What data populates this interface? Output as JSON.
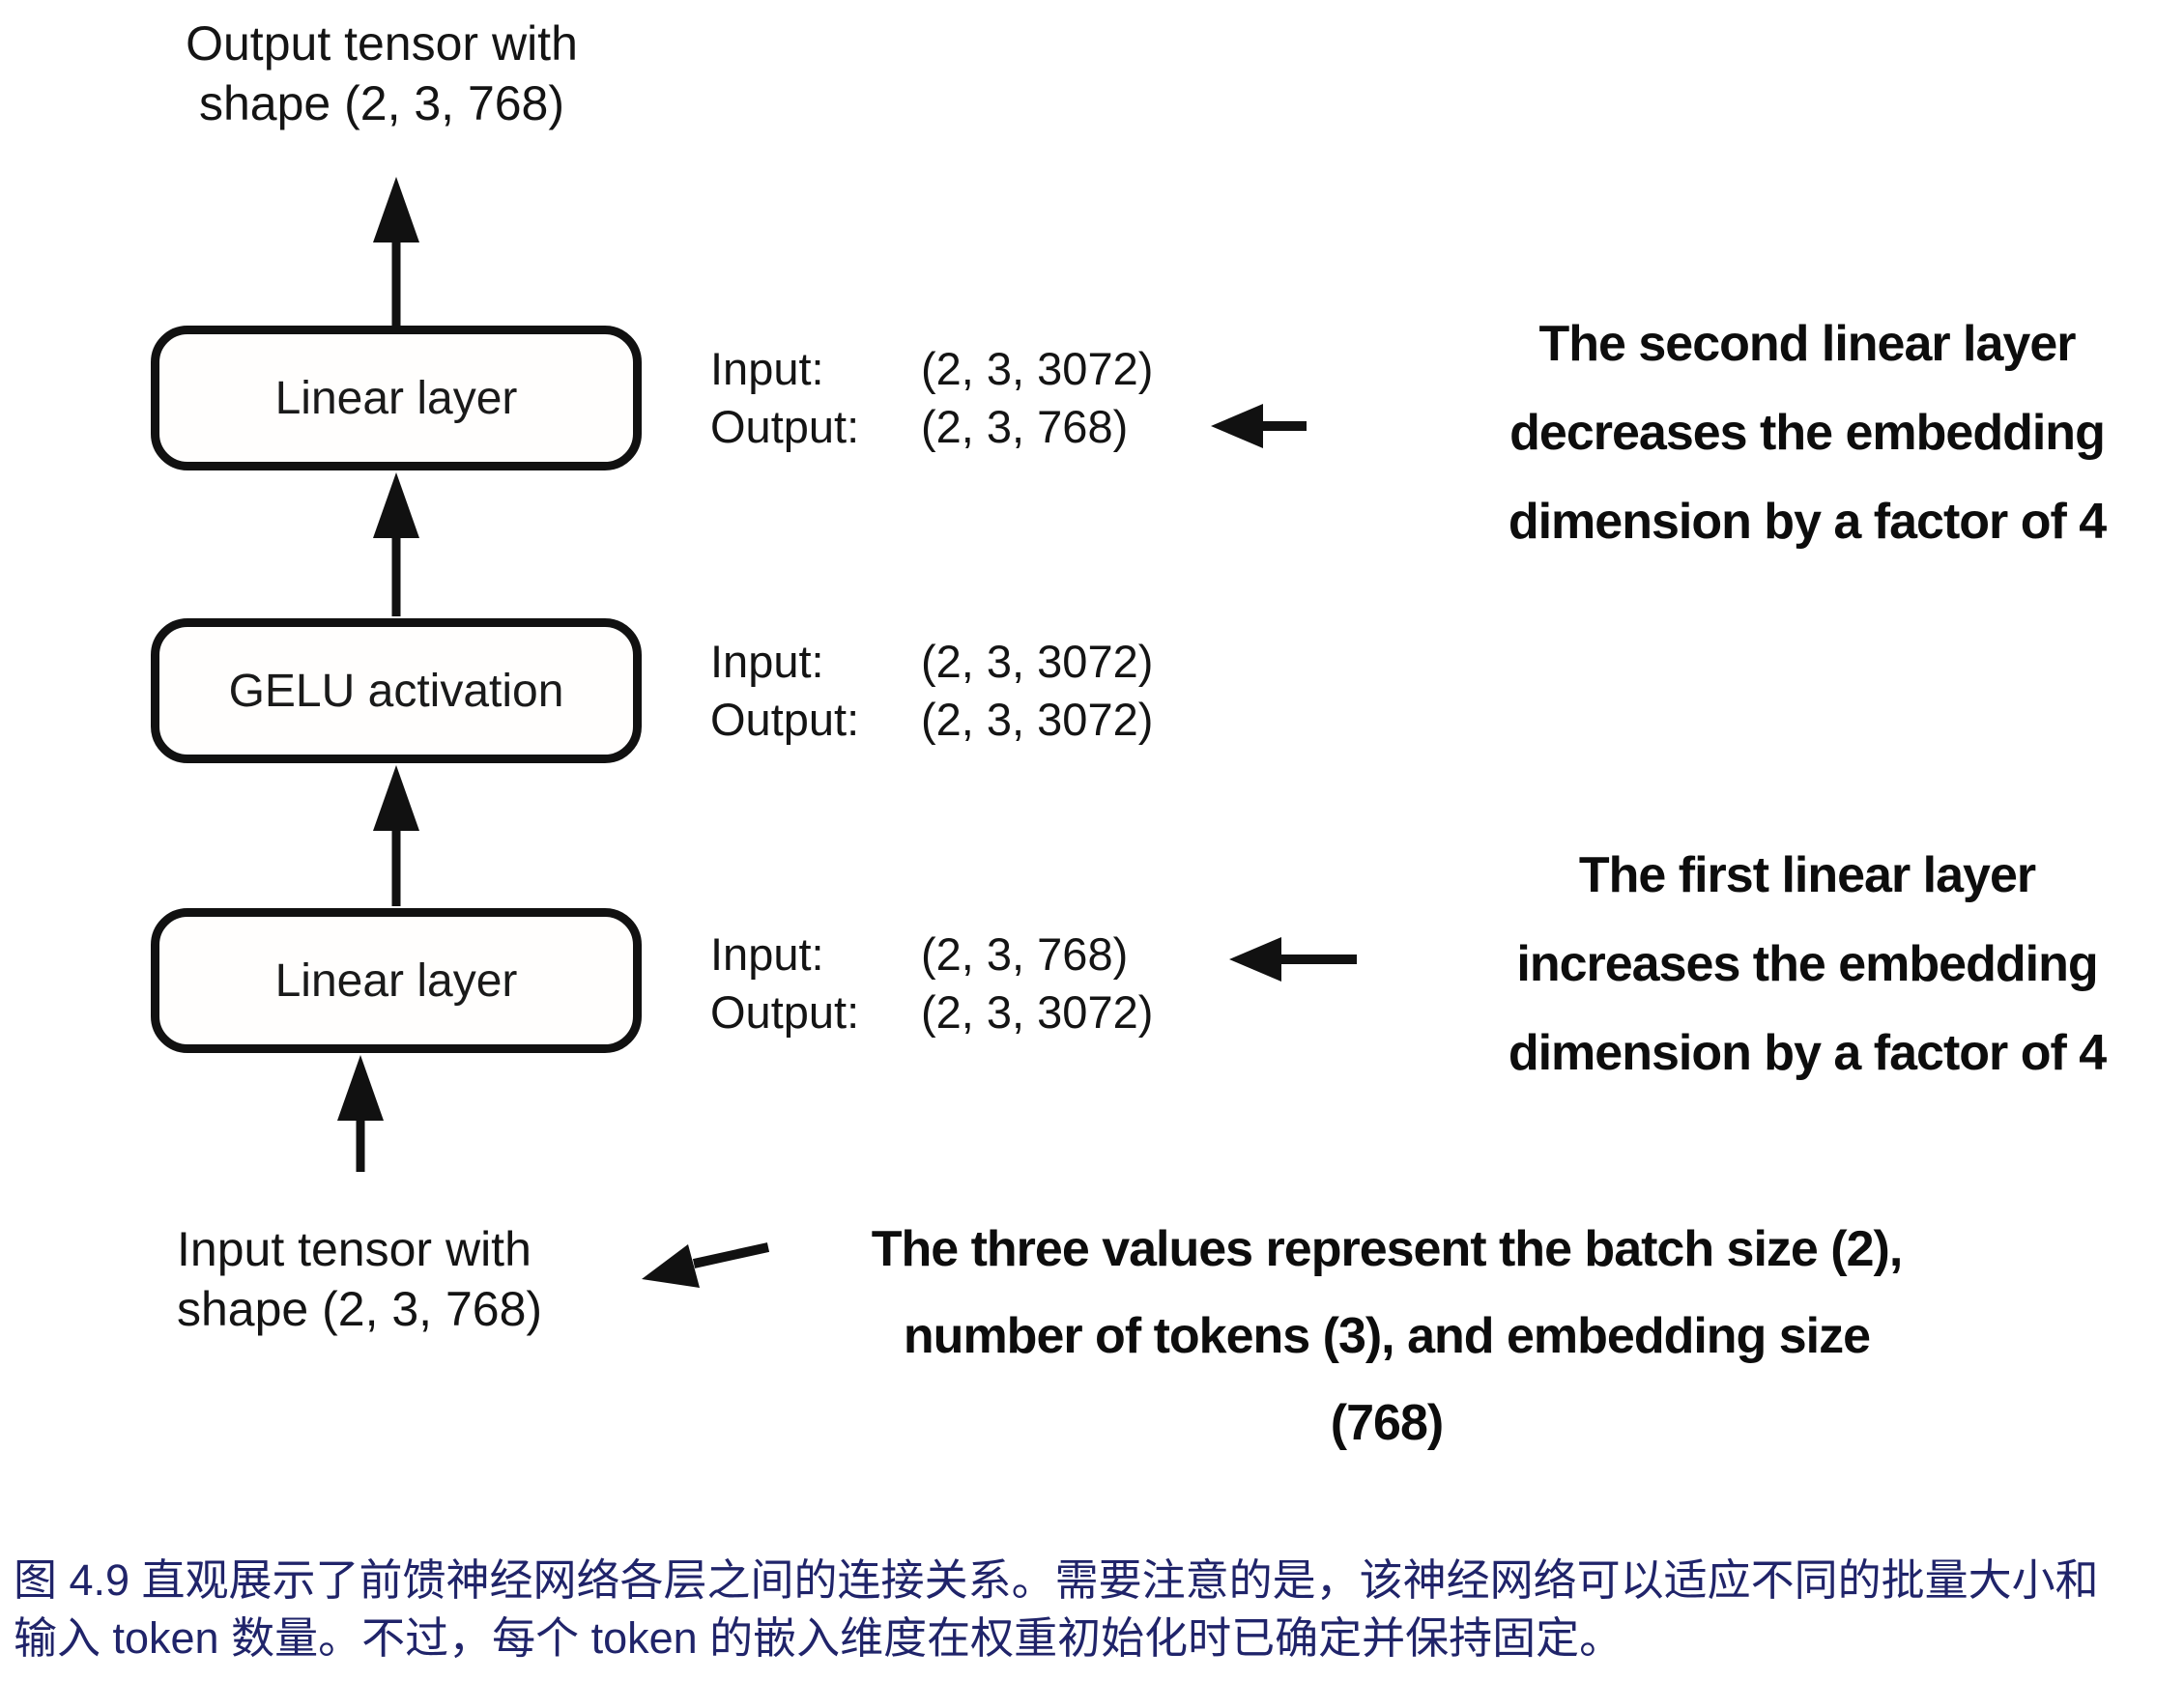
{
  "palette": {
    "ink": "#111111",
    "caption_navy": "#20246a",
    "background": "#ffffff"
  },
  "diagram": {
    "output_tensor_label": {
      "line1": "Output tensor with",
      "line2": "shape (2, 3, 768)"
    },
    "input_tensor_label": {
      "line1": "Input tensor with",
      "line2": "shape (2, 3, 768)"
    },
    "nodes": [
      {
        "label": "Linear layer"
      },
      {
        "label": "GELU activation"
      },
      {
        "label": "Linear layer"
      }
    ],
    "io_blocks": [
      {
        "input_label": "Input:",
        "input_value": "(2, 3, 3072)",
        "output_label": "Output:",
        "output_value": "(2, 3, 768)"
      },
      {
        "input_label": "Input:",
        "input_value": "(2, 3, 3072)",
        "output_label": "Output:",
        "output_value": "(2, 3, 3072)"
      },
      {
        "input_label": "Input:",
        "input_value": "(2, 3, 768)",
        "output_label": "Output:",
        "output_value": "(2, 3, 3072)"
      }
    ],
    "annotations": [
      {
        "lines": [
          "The second linear layer",
          "decreases the embedding",
          "dimension by a factor of 4"
        ]
      },
      {
        "lines": [
          "The first linear layer",
          "increases the embedding",
          "dimension by a factor of 4"
        ]
      },
      {
        "lines": [
          "The three values represent the batch size (2),",
          "number of tokens (3), and embedding size",
          "(768)"
        ]
      }
    ]
  },
  "caption": {
    "line1": "图 4.9 直观展示了前馈神经网络各层之间的连接关系。需要注意的是，该神经网络可以适应不同的批量大小和",
    "line2": "输入 token 数量。不过，每个 token 的嵌入维度在权重初始化时已确定并保持固定。"
  }
}
